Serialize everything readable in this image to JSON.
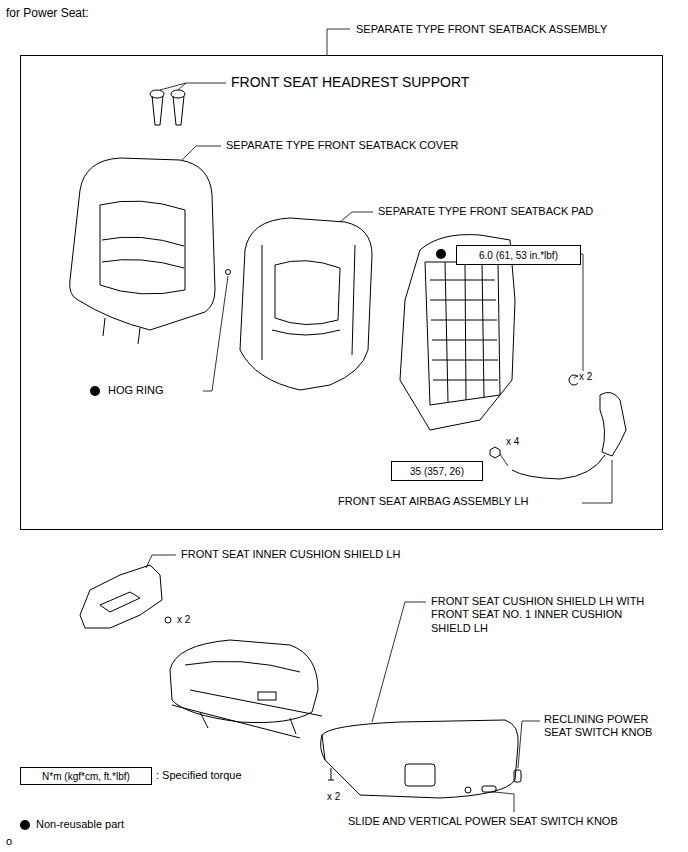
{
  "diagram": {
    "title": "for Power Seat:",
    "nodes": [
      {
        "text": [
          "SEPARATE TYPE FRONT SEATBACK ASSEMBLY"
        ]
      },
      {
        "text": [
          "6.0 (61, 53 in.*lbf)"
        ],
        "in": 0
      },
      {
        "text": [
          "35 (357, 26)"
        ],
        "in": 0
      },
      {
        "text": [
          "N*m (kgf*cm, ft.*lbf)"
        ]
      }
    ],
    "edges": [],
    "labels": [
      "FRONT SEAT HEADREST SUPPORT",
      "SEPARATE TYPE FRONT SEATBACK COVER",
      "SEPARATE TYPE FRONT SEATBACK PAD",
      "x 2",
      "HOG RING",
      "x 4",
      "FRONT SEAT AIRBAG ASSEMBLY LH",
      "FRONT SEAT INNER CUSHION SHIELD LH",
      "x 2",
      "FRONT SEAT CUSHION SHIELD LH WITH FRONT SEAT NO. 1 INNER CUSHION SHIELD LH",
      "RECLINING POWER SEAT SWITCH KNOB",
      "x 2",
      "SLIDE AND VERTICAL POWER SEAT SWITCH KNOB",
      ": Specified torque",
      "o"
    ],
    "legend": [
      {
        "text": "Non-reusable part"
      }
    ]
  }
}
